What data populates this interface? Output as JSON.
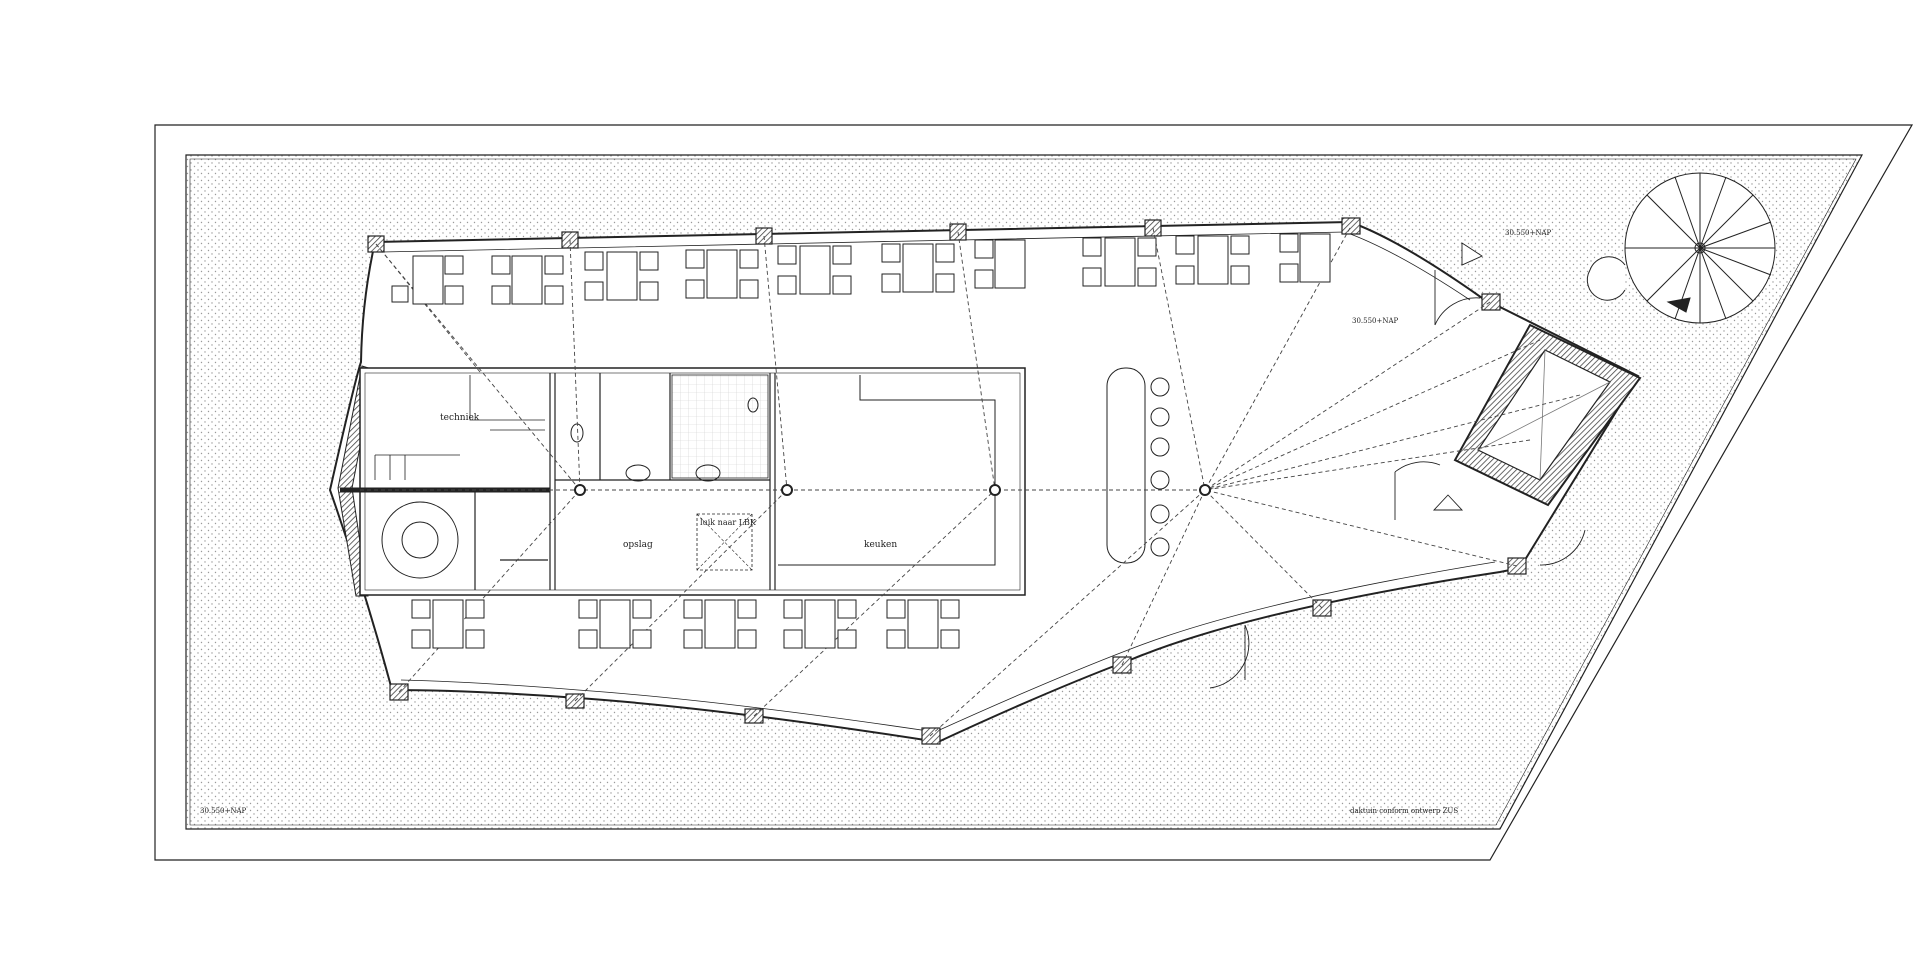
{
  "labels": {
    "techniek": "techniek",
    "opslag": "opslag",
    "keuken": "keuken",
    "luik": "luik naar LBK",
    "level_top_right": "30.550+NAP",
    "level_room": "30.550+NAP",
    "level_bottom_left": "30.550+NAP",
    "roof_note": "daktuin conform ontwerp ZUS"
  },
  "colors": {
    "line": "#222222",
    "roof_fill": "#f4f4f4",
    "floor_fill": "#ffffff",
    "wall_hatch": "#555555"
  }
}
